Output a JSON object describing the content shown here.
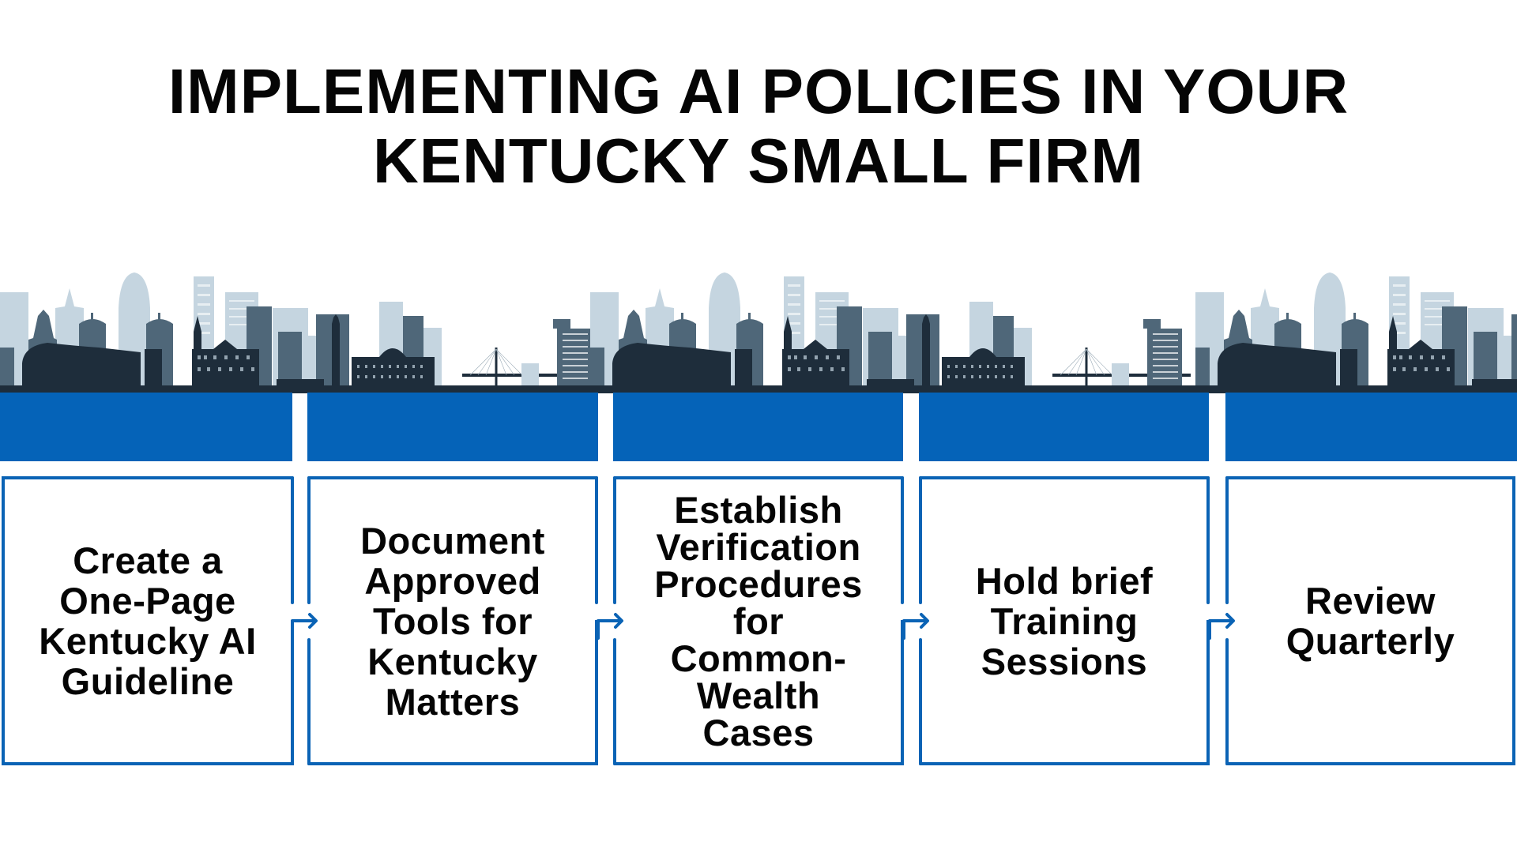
{
  "title": {
    "lines": [
      "IMPLEMENTING AI POLICIES IN YOUR",
      "KENTUCKY SMALL FIRM"
    ]
  },
  "colors": {
    "step_blue": "#0563b8",
    "skyline_dark": "#1e2d3b",
    "skyline_mid": "#4f6779",
    "skyline_light": "#c5d5e0",
    "text": "#050505",
    "background": "#ffffff"
  },
  "steps": [
    {
      "lines": [
        "Create a",
        "One-Page",
        "Kentucky AI",
        "Guideline"
      ]
    },
    {
      "lines": [
        "Document",
        "Approved",
        "Tools for",
        "Kentucky",
        "Matters"
      ]
    },
    {
      "lines": [
        "Establish",
        "Verification",
        "Procedures",
        "for",
        "Common-",
        "Wealth",
        "Cases"
      ]
    },
    {
      "lines": [
        "Hold brief",
        "Training",
        "Sessions"
      ]
    },
    {
      "lines": [
        "Review",
        "Quarterly"
      ]
    }
  ],
  "icons": {
    "connector": "arrow-right-icon",
    "skyline": "city-skyline-illustration"
  }
}
